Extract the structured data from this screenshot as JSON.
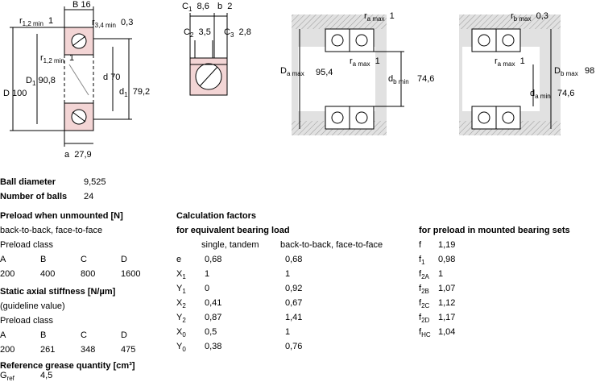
{
  "drawing": {
    "labels": {
      "B": "B",
      "B_val": "16",
      "r12_top": "r",
      "r12_top_sub": "1,2 min",
      "r12_top_val": "1",
      "r34": "r",
      "r34_sub": "3,4 min",
      "r34_val": "0,3",
      "r12_mid": "r",
      "r12_mid_sub": "1,2 min",
      "r12_mid_val": "1",
      "D": "D",
      "D_val": "100",
      "D1": "D",
      "D1_sub": "1",
      "D1_val": "90,8",
      "d": "d",
      "d_val": "70",
      "d1": "d",
      "d1_sub": "1",
      "d1_val": "79,2",
      "a": "a",
      "a_val": "27,9",
      "C1": "C",
      "C1_sub": "1",
      "C1_val": "8,6",
      "b": "b",
      "b_val": "2",
      "C2": "C",
      "C2_sub": "2",
      "C2_val": "3,5",
      "C3": "C",
      "C3_sub": "3",
      "C3_val": "2,8",
      "ra_max_1": "r",
      "ra_max_1_sub": "a max",
      "ra_max_1_val": "1",
      "Da_max": "D",
      "Da_max_sub": "a max",
      "Da_max_val": "95,4",
      "ra_max_2": "r",
      "ra_max_2_sub": "a max",
      "ra_max_2_val": "1",
      "db_min": "d",
      "db_min_sub": "b min",
      "db_min_val": "74,6",
      "rb_max": "r",
      "rb_max_sub": "b max",
      "rb_max_val": "0,3",
      "ra_max_3": "r",
      "ra_max_3_sub": "a max",
      "ra_max_3_val": "1",
      "Db_max": "D",
      "Db_max_sub": "b max",
      "Db_max_val": "98",
      "da_min": "d",
      "da_min_sub": "a min",
      "da_min_val": "74,6"
    }
  },
  "ball": {
    "diameter_label": "Ball diameter",
    "diameter_value": "9,525",
    "count_label": "Number of balls",
    "count_value": "24"
  },
  "preload": {
    "title": "Preload when unmounted [N]",
    "arrangement": "back-to-back, face-to-face",
    "class_label": "Preload class",
    "classes": [
      "A",
      "B",
      "C",
      "D"
    ],
    "values": [
      "200",
      "400",
      "800",
      "1600"
    ]
  },
  "stiffness": {
    "title": "Static axial stiffness [N/µm]",
    "note": "(guideline value)",
    "class_label": "Preload class",
    "classes": [
      "A",
      "B",
      "C",
      "D"
    ],
    "values": [
      "200",
      "261",
      "348",
      "475"
    ]
  },
  "grease": {
    "title": "Reference grease quantity [cm³]",
    "symbol": "G",
    "symbol_sub": "ref",
    "value": "4,5"
  },
  "calc": {
    "title": "Calculation factors",
    "subtitle": "for equivalent bearing load",
    "col1": "single, tandem",
    "col2": "back-to-back, face-to-face",
    "rows": [
      {
        "sym": "e",
        "sub": "",
        "v1": "0,68",
        "v2": "0,68"
      },
      {
        "sym": "X",
        "sub": "1",
        "v1": "1",
        "v2": "1"
      },
      {
        "sym": "Y",
        "sub": "1",
        "v1": "0",
        "v2": "0,92"
      },
      {
        "sym": "X",
        "sub": "2",
        "v1": "0,41",
        "v2": "0,67"
      },
      {
        "sym": "Y",
        "sub": "2",
        "v1": "0,87",
        "v2": "1,41"
      },
      {
        "sym": "X",
        "sub": "0",
        "v1": "0,5",
        "v2": "1"
      },
      {
        "sym": "Y",
        "sub": "0",
        "v1": "0,38",
        "v2": "0,76"
      }
    ]
  },
  "mounted": {
    "title": "for preload in mounted bearing sets",
    "rows": [
      {
        "sym": "f",
        "sub": "",
        "v": "1,19"
      },
      {
        "sym": "f",
        "sub": "1",
        "v": "0,98"
      },
      {
        "sym": "f",
        "sub": "2A",
        "v": "1"
      },
      {
        "sym": "f",
        "sub": "2B",
        "v": "1,07"
      },
      {
        "sym": "f",
        "sub": "2C",
        "v": "1,12"
      },
      {
        "sym": "f",
        "sub": "2D",
        "v": "1,17"
      },
      {
        "sym": "f",
        "sub": "HC",
        "v": "1,04"
      }
    ]
  },
  "colors": {
    "bearing_fill": "#f3d5d5",
    "housing_fill": "#e1e1e1",
    "line": "#000000"
  }
}
